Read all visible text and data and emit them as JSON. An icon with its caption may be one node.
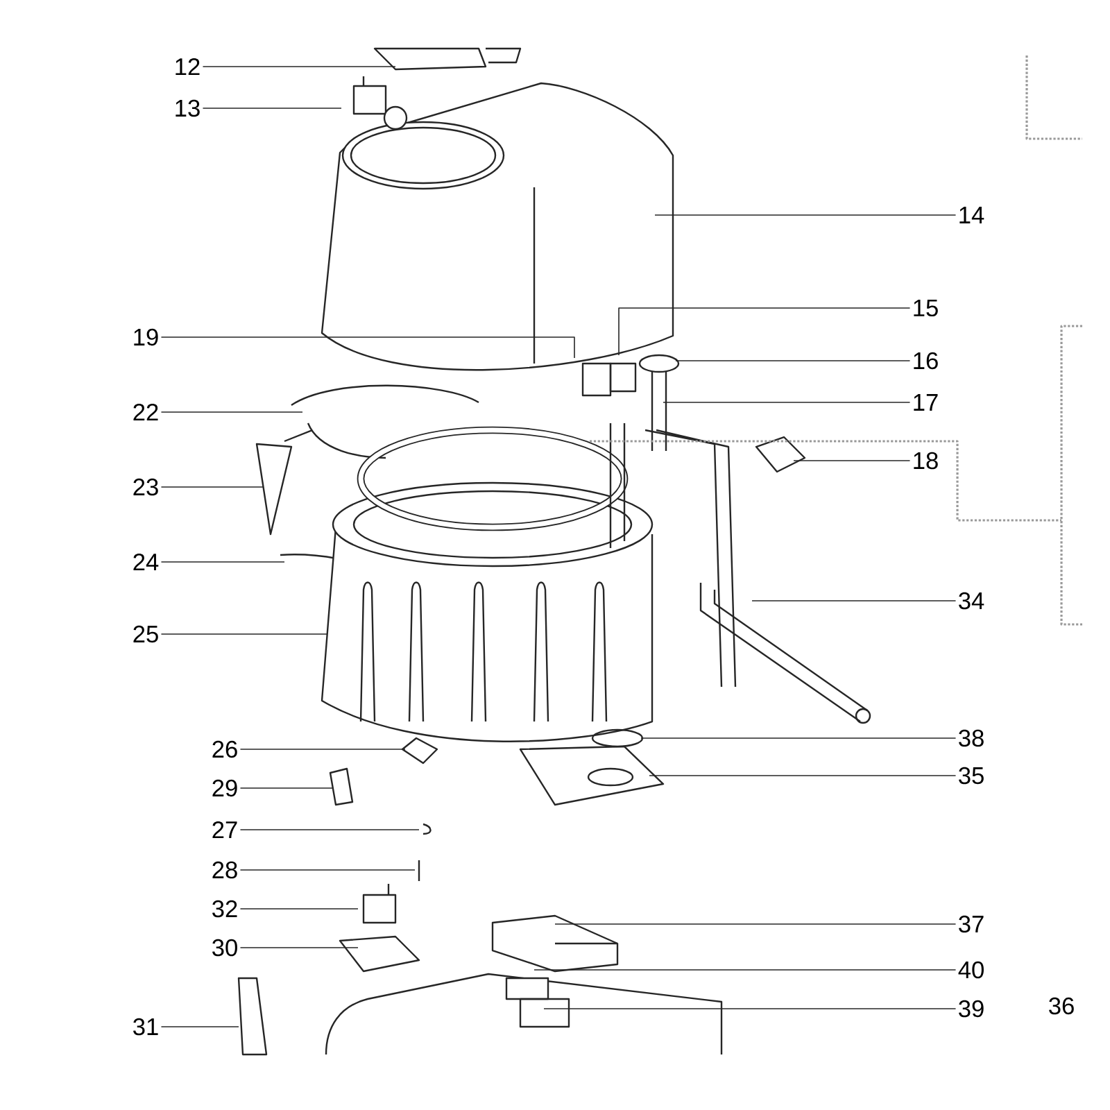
{
  "diagram": {
    "nodes": [
      {
        "text": [
          "12"
        ]
      },
      {
        "text": [
          "13"
        ]
      },
      {
        "text": [
          "14"
        ]
      },
      {
        "text": [
          "15"
        ]
      },
      {
        "text": [
          "19"
        ]
      },
      {
        "text": [
          "16"
        ]
      },
      {
        "text": [
          "17"
        ]
      },
      {
        "text": [
          "22"
        ]
      },
      {
        "text": [
          "18"
        ]
      },
      {
        "text": [
          "23"
        ]
      },
      {
        "text": [
          "24"
        ]
      },
      {
        "text": [
          "34"
        ]
      },
      {
        "text": [
          "25"
        ]
      },
      {
        "text": [
          "38"
        ]
      },
      {
        "text": [
          "26"
        ]
      },
      {
        "text": [
          "35"
        ]
      },
      {
        "text": [
          "29"
        ]
      },
      {
        "text": [
          "27"
        ]
      },
      {
        "text": [
          "28"
        ]
      },
      {
        "text": [
          "32"
        ]
      },
      {
        "text": [
          "37"
        ]
      },
      {
        "text": [
          "30"
        ]
      },
      {
        "text": [
          "40"
        ]
      },
      {
        "text": [
          "39"
        ]
      },
      {
        "text": [
          "31"
        ]
      }
    ],
    "edges": [
      {
        "from": 0,
        "to": null,
        "arrow": "none"
      },
      {
        "from": 1,
        "to": null,
        "arrow": "none"
      },
      {
        "from": 2,
        "to": null,
        "arrow": "none"
      },
      {
        "from": 3,
        "to": null,
        "arrow": "none"
      },
      {
        "from": 4,
        "to": null,
        "arrow": "none"
      },
      {
        "from": 5,
        "to": null,
        "arrow": "none"
      },
      {
        "from": 6,
        "to": null,
        "arrow": "none"
      },
      {
        "from": 7,
        "to": null,
        "arrow": "none"
      },
      {
        "from": 8,
        "to": null,
        "arrow": "none"
      },
      {
        "from": 9,
        "to": null,
        "arrow": "none"
      },
      {
        "from": 10,
        "to": null,
        "arrow": "none"
      },
      {
        "from": 11,
        "to": null,
        "arrow": "none"
      },
      {
        "from": 12,
        "to": null,
        "arrow": "none"
      },
      {
        "from": 13,
        "to": null,
        "arrow": "none"
      },
      {
        "from": 14,
        "to": null,
        "arrow": "none"
      },
      {
        "from": 15,
        "to": null,
        "arrow": "none"
      },
      {
        "from": 16,
        "to": null,
        "arrow": "none"
      },
      {
        "from": 17,
        "to": null,
        "arrow": "none"
      },
      {
        "from": 18,
        "to": null,
        "arrow": "none"
      },
      {
        "from": 19,
        "to": null,
        "arrow": "none"
      },
      {
        "from": 20,
        "to": null,
        "arrow": "none"
      },
      {
        "from": 21,
        "to": null,
        "arrow": "none"
      },
      {
        "from": 22,
        "to": null,
        "arrow": "none"
      },
      {
        "from": 23,
        "to": null,
        "arrow": "none"
      },
      {
        "from": 24,
        "to": null,
        "arrow": "none"
      }
    ],
    "labels": [
      "36"
    ]
  }
}
